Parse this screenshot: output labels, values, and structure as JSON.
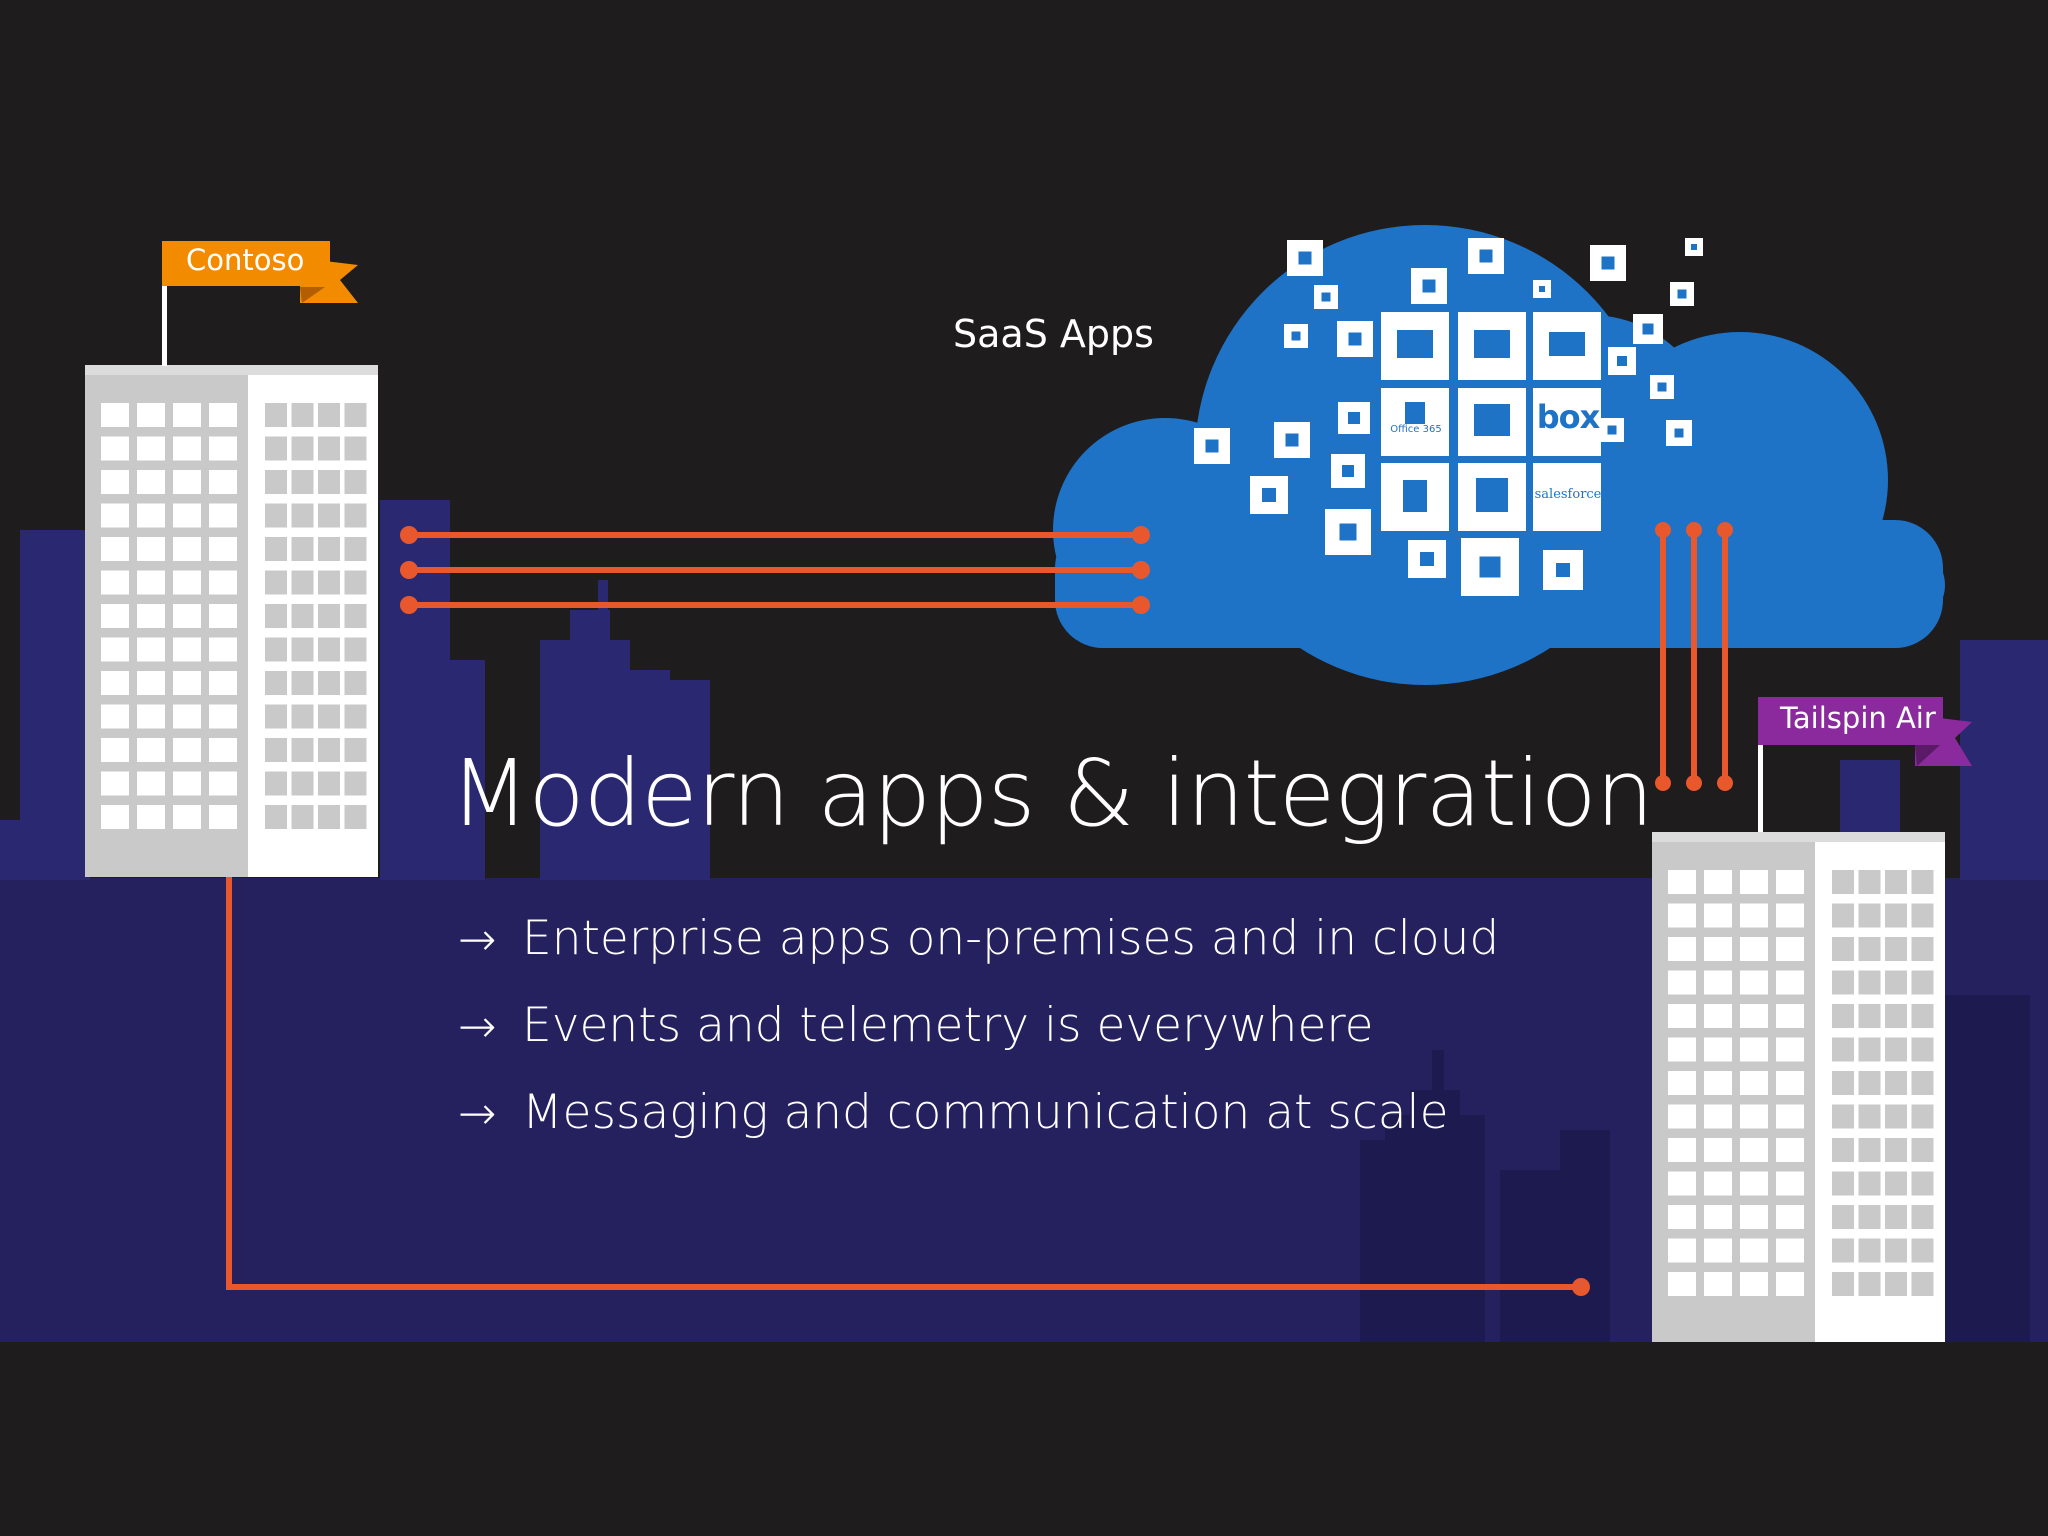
{
  "slide": {
    "title": "Modern apps & integration",
    "bullets": [
      {
        "arrow": "→",
        "text": "Enterprise apps on-premises and in cloud"
      },
      {
        "arrow": "→",
        "text": "Events and telemetry is everywhere"
      },
      {
        "arrow": "→",
        "text": "Messaging and communication at scale"
      }
    ]
  },
  "cloud": {
    "label": "SaaS Apps",
    "tiles": {
      "office365": "Office 365",
      "box": "box",
      "salesforce": "salesforce"
    }
  },
  "buildings": {
    "left_flag": "Contoso",
    "right_flag": "Tailspin Air"
  },
  "colors": {
    "background": "#1f1c1e",
    "band": "#25205e",
    "skyline": "#2a2870",
    "connector": "#e8582c",
    "cloud": "#1e73c6",
    "contoso_flag": "#f28b00",
    "tailspin_flag": "#8a2a9c",
    "building_light": "#ffffff",
    "building_shade": "#c9c9ca"
  }
}
